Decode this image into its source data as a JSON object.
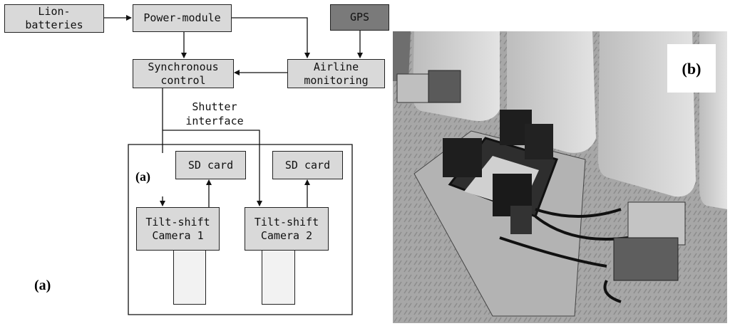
{
  "diagram": {
    "boxes": {
      "lion_batteries": "Lion-\nbatteries",
      "power_module": "Power-module",
      "gps": "GPS",
      "synchronous_control": "Synchronous\ncontrol",
      "airline_monitoring": "Airline\nmonitoring",
      "sd_card_1": "SD card",
      "sd_card_2": "SD card",
      "camera_1": "Tilt-shift\nCamera 1",
      "camera_2": "Tilt-shift\nCamera 2"
    },
    "shutter_label": "Shutter\ninterface",
    "inner_label": "(a)",
    "panel_label": "(a)"
  },
  "photo": {
    "panel_label": "(b)"
  }
}
